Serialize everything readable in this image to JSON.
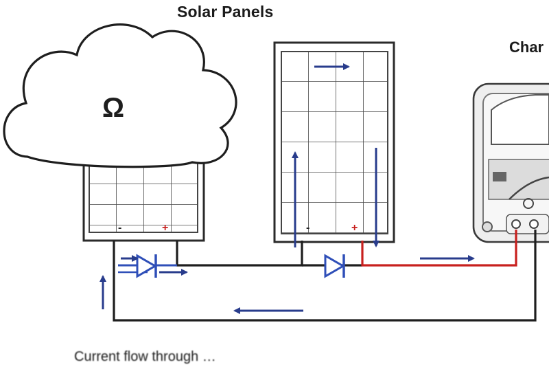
{
  "title": "Solar Panels",
  "controller_label": "Char",
  "cloud_symbol": "Ω",
  "caption": "Current flow through …",
  "terminal_minus": "-",
  "terminal_plus": "+",
  "colors": {
    "wire": "#1e1e1e",
    "positive_wire": "#c8201e",
    "arrow": "#283c8c",
    "diode": "#2f4fb8"
  }
}
